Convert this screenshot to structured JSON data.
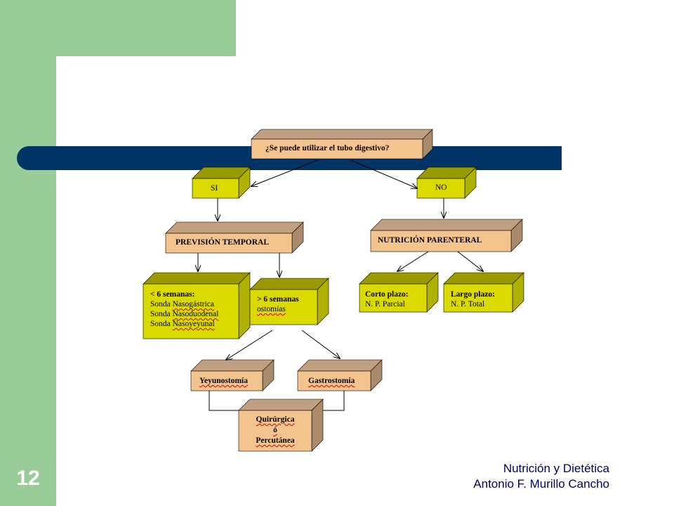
{
  "slide": {
    "number": "12",
    "footer_line1": "Nutrición y Dietética",
    "footer_line2": "Antonio F. Murillo Cancho"
  },
  "diagram": {
    "question": "¿Se puede utilizar el tubo digestivo?",
    "si": "SI",
    "no": "NO",
    "prevision": "PREVISIÓN TEMPORAL",
    "parenteral": "NUTRICIÓN PARENTERAL",
    "menos6_title": "< 6 semanas:",
    "menos6_line1_a": "Sonda ",
    "menos6_line1_b": "Nasogástrica",
    "menos6_line2_a": "Sonda ",
    "menos6_line2_b": "Nasoduodenal",
    "menos6_line3_a": "Sonda ",
    "menos6_line3_b": "Nasoyeyunal",
    "mas6_title": "> 6 semanas",
    "mas6_line1": "ostomías",
    "corto_title": "Corto plazo:",
    "corto_sub": "N. P. Parcial",
    "largo_title": "Largo plazo:",
    "largo_sub": "N. P. Total",
    "yeyunostomia": "Yeyunostomía",
    "gastrostomia": "Gastrostomía",
    "quirurgica": "Quirúrgica",
    "o": "ó",
    "percutanea": "Percutánea"
  },
  "colors": {
    "green": "#99cc99",
    "navy": "#003366",
    "tan_front": "#f4c48e",
    "tan_top": "#c0a080",
    "tan_side": "#a98a6a",
    "yellow_front": "#dada00",
    "yellow_top": "#9a9a00",
    "yellow_side": "#b0b000"
  }
}
